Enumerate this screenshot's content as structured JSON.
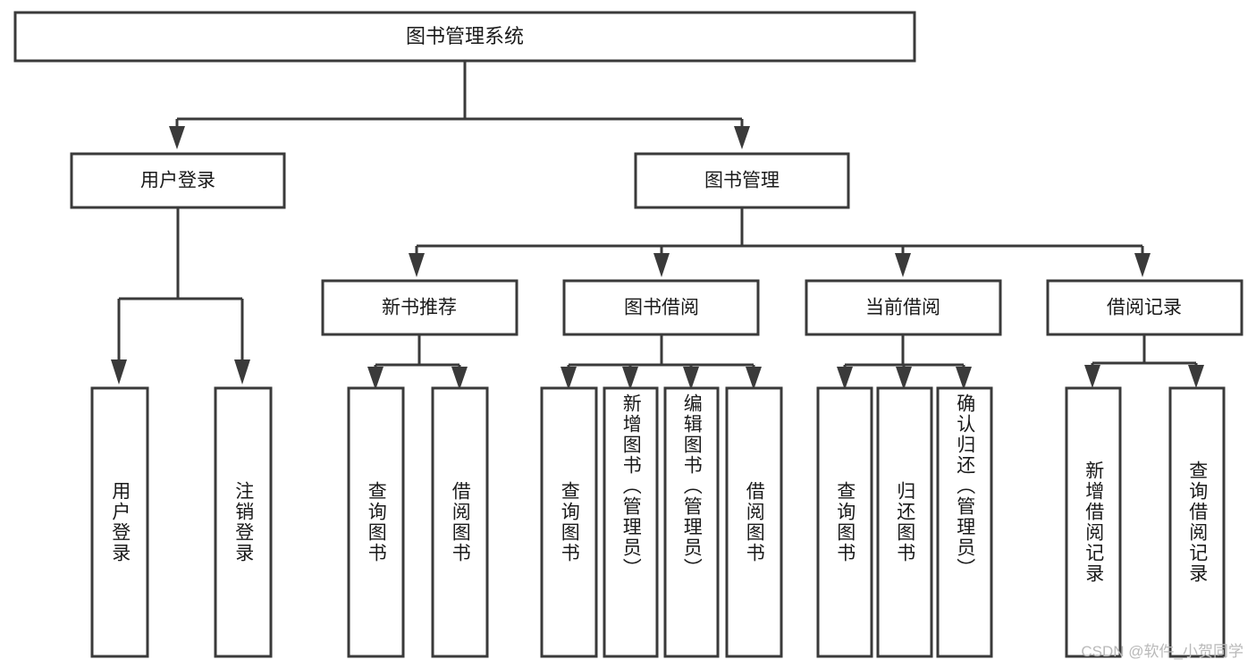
{
  "diagram": {
    "title": "图书管理系统",
    "watermark": "CSDN @软件_小贺同学",
    "colors": {
      "background": "#ffffff",
      "stroke": "#3a3a3a",
      "text": "#1a1a1a",
      "watermark": "#b9b9b9"
    },
    "root": {
      "label": "图书管理系统"
    },
    "level1": [
      {
        "label": "用户登录"
      },
      {
        "label": "图书管理"
      }
    ],
    "level2": [
      {
        "label": "新书推荐"
      },
      {
        "label": "图书借阅"
      },
      {
        "label": "当前借阅"
      },
      {
        "label": "借阅记录"
      }
    ],
    "leaves": {
      "user_login": [
        {
          "label": "用户登录"
        },
        {
          "label": "注销登录"
        }
      ],
      "new_book_recommend": [
        {
          "label": "查询图书"
        },
        {
          "label": "借阅图书"
        }
      ],
      "book_borrow": [
        {
          "label": "查询图书"
        },
        {
          "label": "新增图书（管理员）"
        },
        {
          "label": "编辑图书（管理员）"
        },
        {
          "label": "借阅图书"
        }
      ],
      "current_borrow": [
        {
          "label": "查询图书"
        },
        {
          "label": "归还图书"
        },
        {
          "label": "确认归还（管理员）"
        }
      ],
      "borrow_records": [
        {
          "label": "新增借阅记录"
        },
        {
          "label": "查询借阅记录"
        }
      ]
    }
  }
}
